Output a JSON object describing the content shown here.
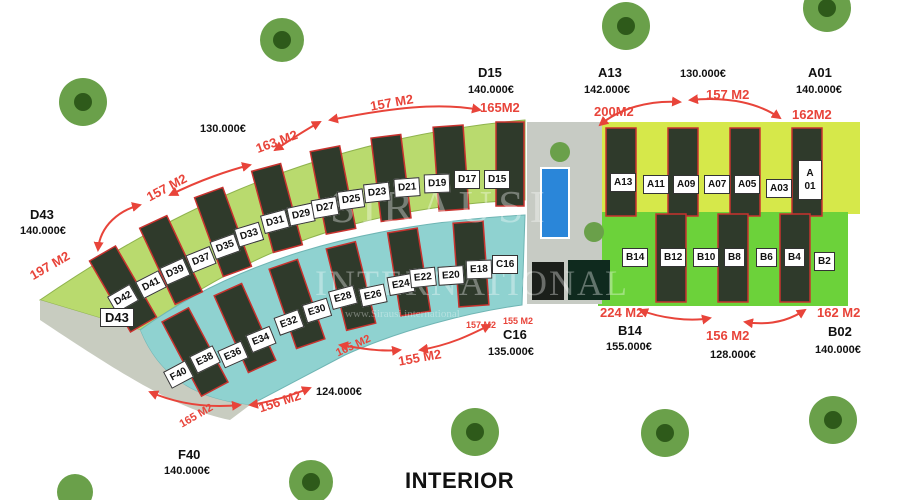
{
  "title": "INTERIOR",
  "watermark": {
    "line1": "SIRAUSI",
    "line2": "INTERNATIONAL",
    "line3": "www.Sirausi.international"
  },
  "row_d_units": [
    "D42",
    "D41",
    "D39",
    "D37",
    "D35",
    "D33",
    "D31",
    "D29",
    "D27",
    "D25",
    "D23",
    "D21",
    "D19",
    "D17",
    "D15"
  ],
  "row_e_units": [
    "F40",
    "E38",
    "E36",
    "E34",
    "E32",
    "E30",
    "E28",
    "E26",
    "E24",
    "E22",
    "E20",
    "E18",
    "C16"
  ],
  "row_a_units": [
    "A13",
    "A11",
    "A09",
    "A07",
    "A05",
    "A03",
    "A 01"
  ],
  "row_b_units": [
    "B14",
    "B12",
    "B10",
    "B8",
    "B6",
    "B4",
    "B2"
  ],
  "end_label_d43": "D43",
  "groups": {
    "d43": {
      "code": "D43",
      "price": "140.000€",
      "area": "197 M2"
    },
    "d_mid_left": {
      "price": "130.000€",
      "area": "157 M2"
    },
    "d_mid": {
      "area": "163 M2"
    },
    "d_right": {
      "area": "157 M2"
    },
    "d15": {
      "code": "D15",
      "price": "140.000€",
      "area": "165M2"
    },
    "a13": {
      "code": "A13",
      "price": "142.000€",
      "area": "200M2"
    },
    "a_mid": {
      "price": "130.000€",
      "area": "157 M2"
    },
    "a01": {
      "code": "A01",
      "price": "140.000€",
      "area": "162M2"
    },
    "b14": {
      "code": "B14",
      "price": "155.000€",
      "area": "224 M2"
    },
    "b_mid": {
      "price": "128.000€",
      "area": "156 M2"
    },
    "b02": {
      "code": "B02",
      "price": "140.000€",
      "area": "162 M2"
    },
    "c16": {
      "code": "C16",
      "price": "135.000€",
      "area_a": "157 M2",
      "area_b": "155 M2"
    },
    "e_mid": {
      "area": "155 M2"
    },
    "e_mid2": {
      "area": "165 M2"
    },
    "e_left": {
      "price": "124.000€",
      "area": "156 M2"
    },
    "f40": {
      "code": "F40",
      "price": "140.000€",
      "area": "165 M2"
    }
  }
}
